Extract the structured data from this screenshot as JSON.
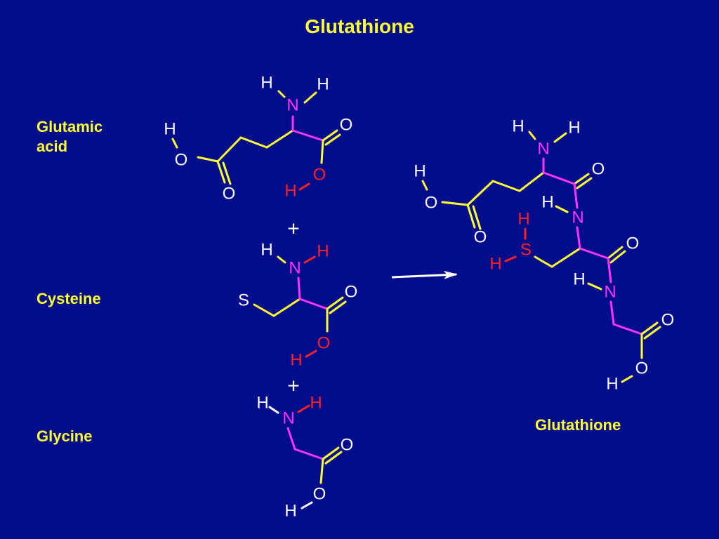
{
  "title": "Glutathione",
  "labels": {
    "glutamic_line1": "Glutamic",
    "glutamic_line2": "acid",
    "cysteine": "Cysteine",
    "glycine": "Glycine",
    "product": "Glutathione"
  },
  "symbols": {
    "plus": "+"
  },
  "atoms": {
    "H": "H",
    "N": "N",
    "O": "O",
    "S": "S"
  },
  "colors": {
    "background": "#020d8c",
    "text": "#ffff33",
    "bond_yellow": "#ffff33",
    "bond_magenta": "#ff33ff",
    "atom_white": "#ffffff",
    "atom_magenta": "#ff33ff",
    "atom_red": "#ff2222",
    "arrow": "#ffffff"
  }
}
